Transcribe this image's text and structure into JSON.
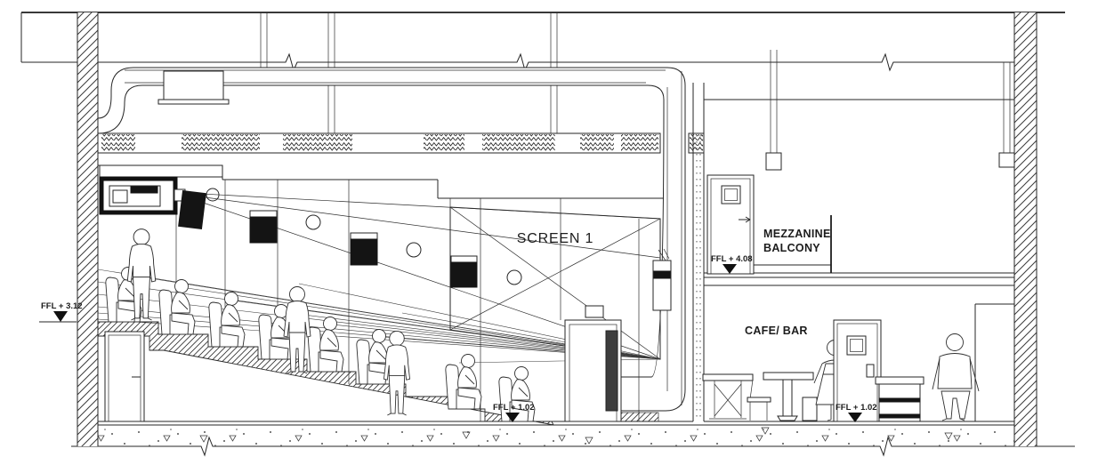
{
  "drawing": {
    "type": "architectural-section-cinema",
    "labels": {
      "screen": "SCREEN 1",
      "mezzanine_line1": "MEZZANINE",
      "mezzanine_line2": "BALCONY",
      "cafe": "CAFE/ BAR"
    },
    "levels": {
      "auditorium_rear": "FFL + 3.12",
      "mezzanine": "FFL + 4.08",
      "auditorium_front": "FFL + 1.02",
      "cafe": "FFL + 1.02"
    },
    "colors": {
      "ink": "#262626",
      "paper": "#ffffff",
      "solid_fill": "#141414"
    }
  }
}
